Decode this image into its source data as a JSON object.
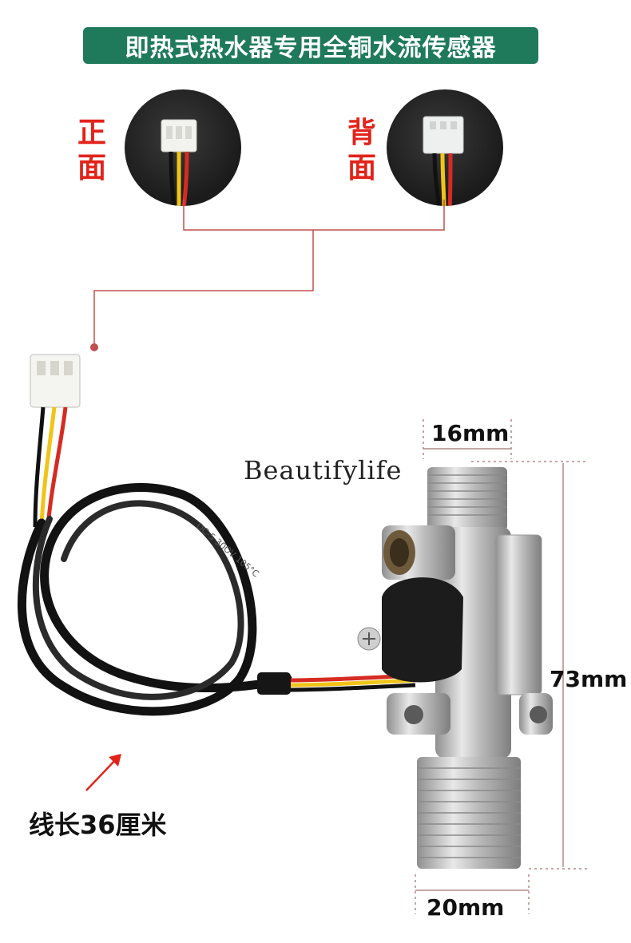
{
  "title": "即热式热水器专用全铜水流传感器",
  "labels": {
    "front_line1": "正",
    "front_line2": "面",
    "back_line1": "背",
    "back_line2": "面"
  },
  "brand": "Beautifylife",
  "dimensions": {
    "top_width": "16mm",
    "height": "73mm",
    "bottom_width": "20mm"
  },
  "cable_length": "线长36厘米",
  "cable_print": "DC-5  30OV  105°C",
  "colors": {
    "banner": "#1f7a5c",
    "label_red": "#e2231a",
    "connector_line": "#c0504d",
    "dimension_line": "#b08a8a"
  }
}
